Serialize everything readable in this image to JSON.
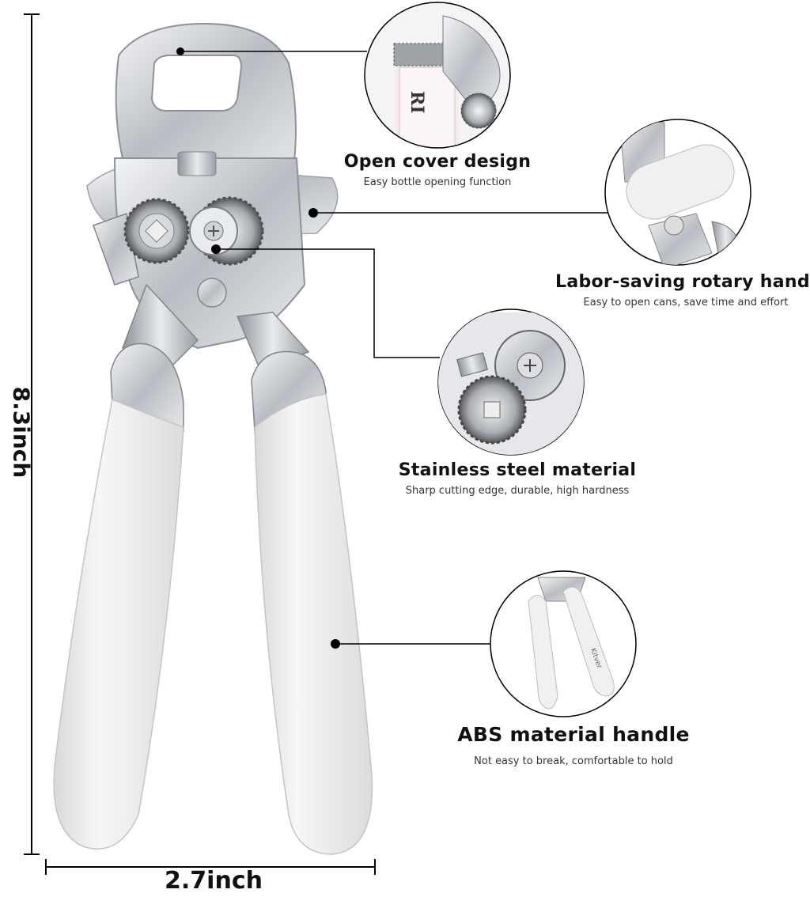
{
  "dimensions": {
    "height": "8.3inch",
    "width": "2.7inch"
  },
  "features": [
    {
      "title": "Open cover design",
      "subtitle": "Easy bottle opening function",
      "detail_image": "bottle-cap-detail"
    },
    {
      "title": "Labor-saving rotary handle",
      "subtitle": "Easy to open cans, save time and effort",
      "detail_image": "rotary-handle-detail"
    },
    {
      "title": "Stainless steel material",
      "subtitle": "Sharp cutting edge, durable, high hardness",
      "detail_image": "cutting-wheel-detail"
    },
    {
      "title": "ABS material handle",
      "subtitle": "Not easy to break, comfortable to hold",
      "detail_image": "handle-detail"
    }
  ],
  "bottle_label": "RI",
  "brand": "Kitver",
  "colors": {
    "steel": "#c9ccd1",
    "handle": "#eeeeee",
    "line": "#000000"
  }
}
